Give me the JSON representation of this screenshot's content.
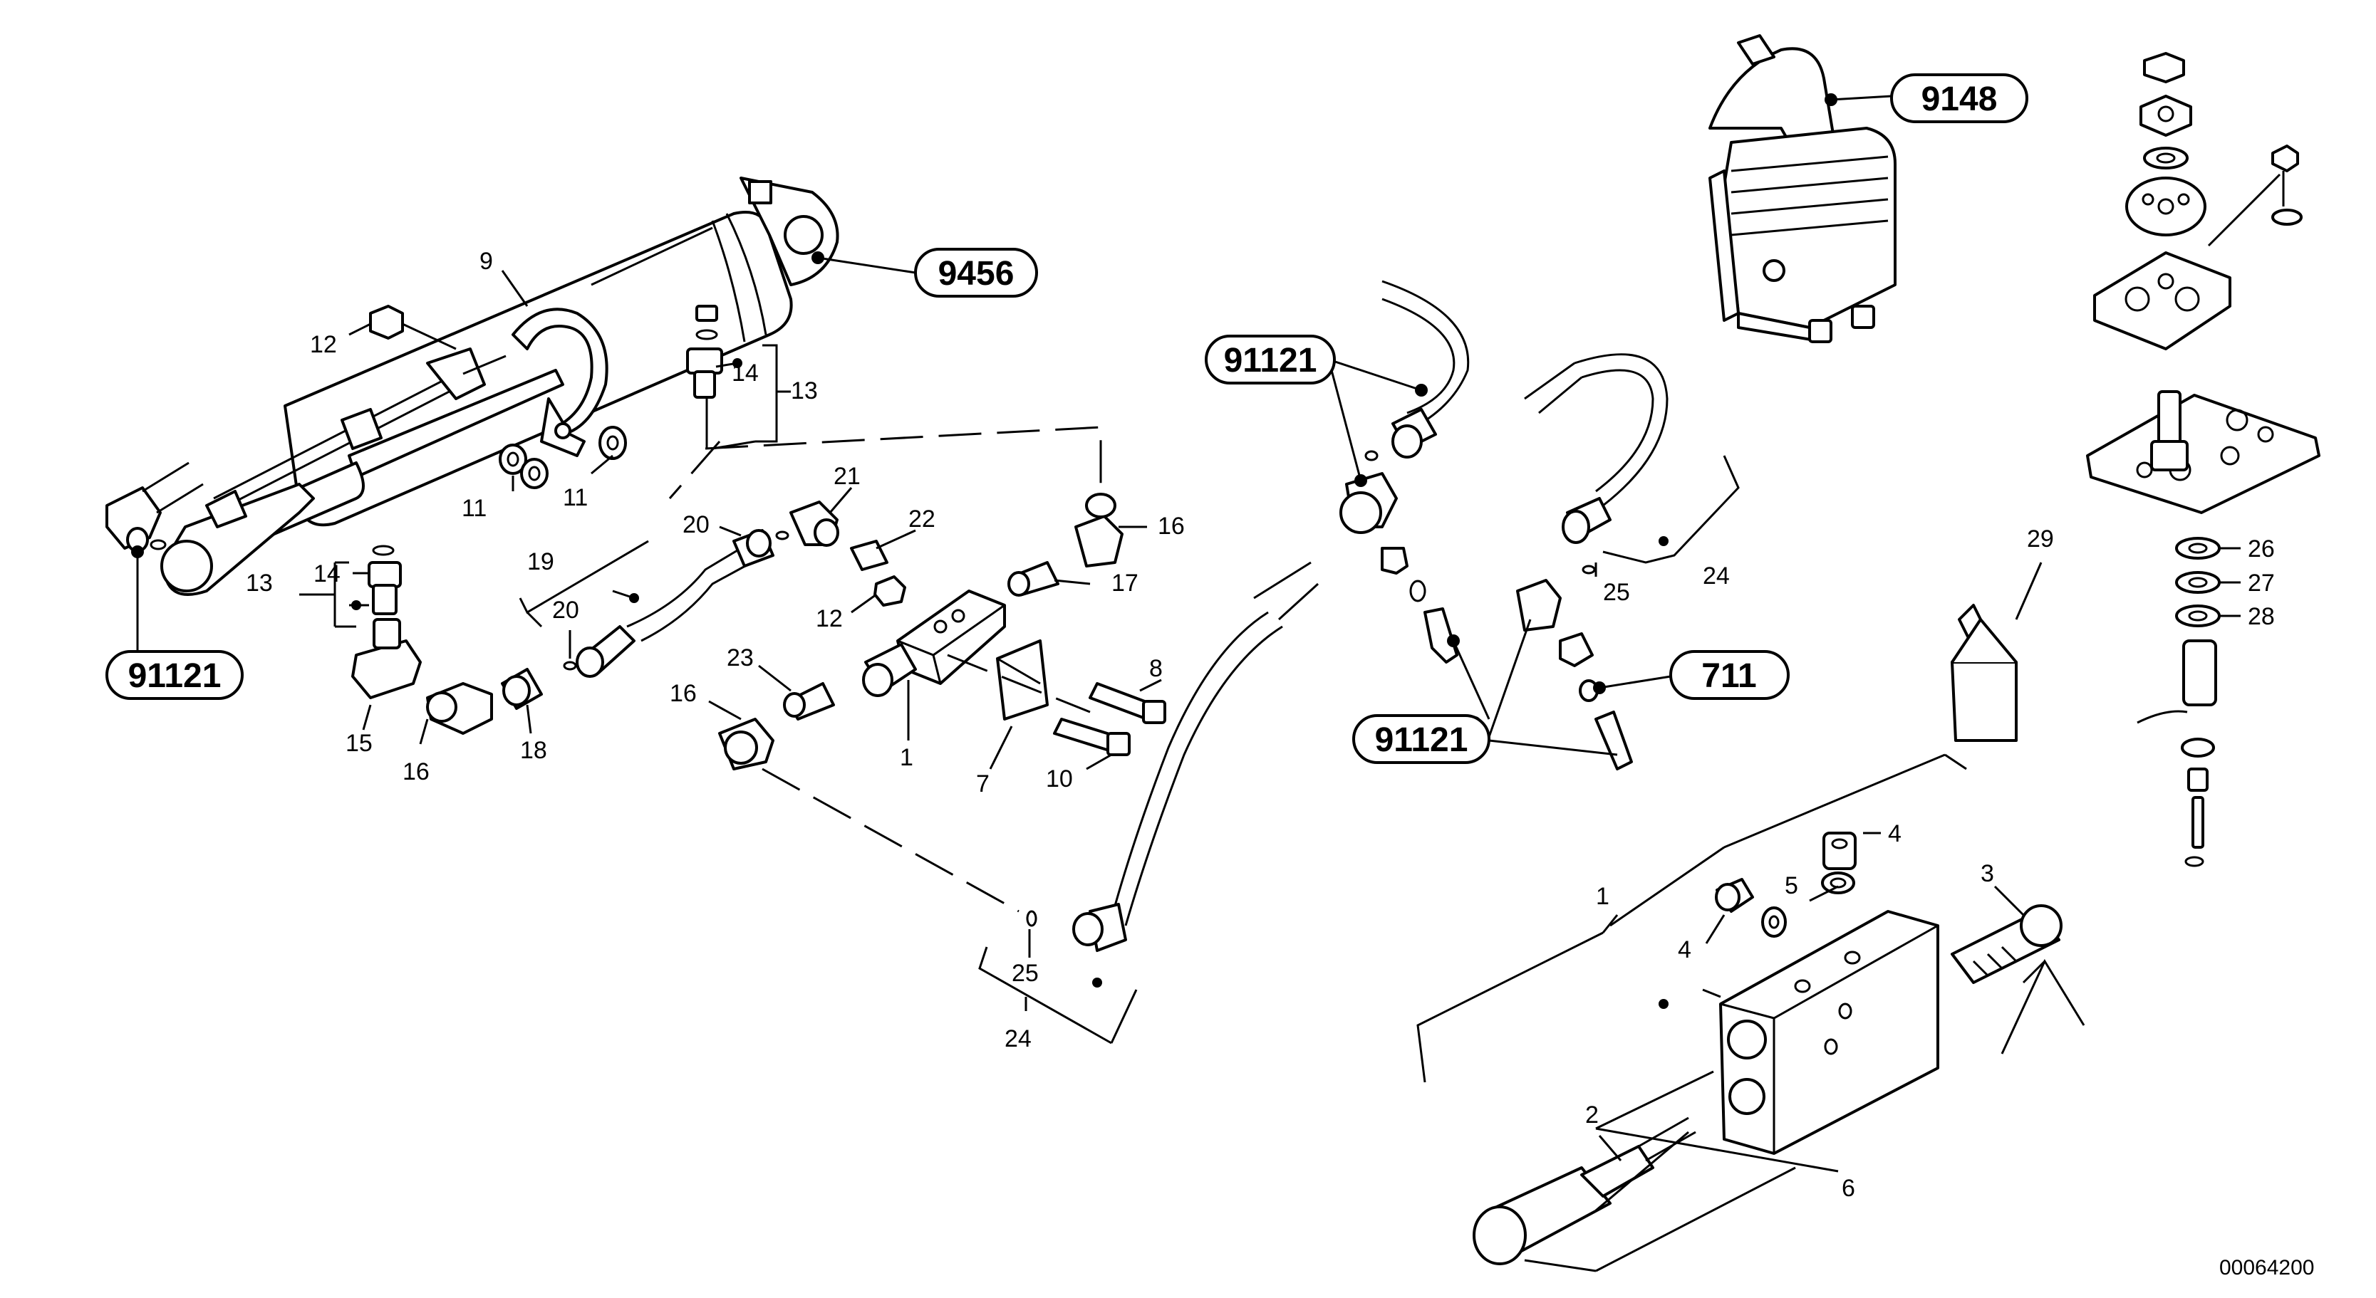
{
  "callouts": [
    "1",
    "2",
    "3",
    "4",
    "4",
    "5",
    "6",
    "7",
    "8",
    "9",
    "10",
    "11",
    "11",
    "12",
    "12",
    "13",
    "13",
    "14",
    "14",
    "15",
    "16",
    "16",
    "16",
    "17",
    "18",
    "19",
    "20",
    "20",
    "21",
    "22",
    "23",
    "24",
    "24",
    "25",
    "25",
    "26",
    "27",
    "28",
    "29"
  ],
  "references": [
    "9456",
    "91121",
    "91121",
    "91121",
    "9148",
    "711"
  ],
  "drawing_number": "00064200"
}
